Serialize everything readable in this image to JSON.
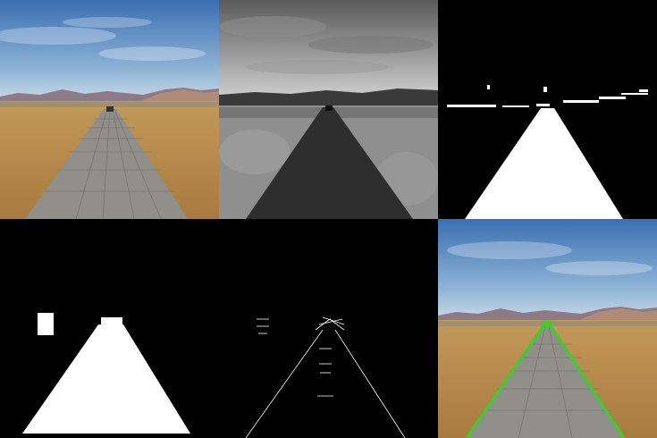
{
  "grid": {
    "columns": 3,
    "rows": 2
  },
  "panels": [
    {
      "name": "original-runway-photo",
      "kind": "color-photo"
    },
    {
      "name": "grayscale-runway",
      "kind": "grayscale"
    },
    {
      "name": "thresholded-binary",
      "kind": "binary-mask"
    },
    {
      "name": "cleaned-runway-mask",
      "kind": "binary-mask"
    },
    {
      "name": "edge-detection",
      "kind": "edges"
    },
    {
      "name": "detected-lanes-overlay",
      "kind": "color-photo-overlay"
    }
  ],
  "colors": {
    "sky_top": "#3f75b5",
    "sky_bottom": "#a9c6de",
    "grass": "#b88a45",
    "runway": "#8e8d88",
    "mountains": "#9a7f72",
    "lane_line": "#38d12a"
  }
}
